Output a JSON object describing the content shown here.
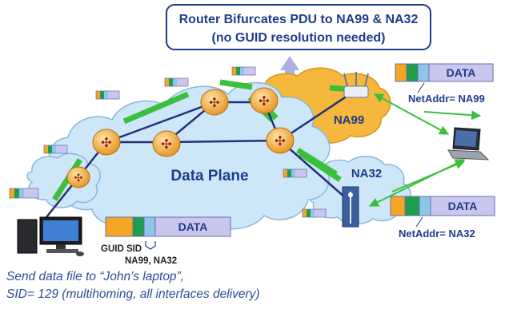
{
  "callout": {
    "line1": "Router Bifurcates  PDU to NA99 & NA32",
    "line2": "(no GUID resolution needed)"
  },
  "cloud_labels": {
    "data_plane": "Data Plane",
    "na99": "NA99",
    "na32": "NA32"
  },
  "packets": {
    "data_label": "DATA",
    "na99_addr": "NetAddr= NA99",
    "na32_addr": "NetAddr= NA32",
    "source_guid_sid": "GUID SID",
    "source_targets": "NA99, NA32"
  },
  "caption": {
    "line1": "Send data file to “John’s laptop”,",
    "line2": " SID= 129 (multihoming, all interfaces delivery)"
  },
  "colors": {
    "cloud_fill": "#cde7f8",
    "cloud_stroke": "#8ab6d8",
    "na_cloud_fill": "#f5b83c",
    "router_fill": "#f0a020",
    "link_color": "#22307a",
    "green_link": "#3cbf3c",
    "packet_orange": "#f5a623",
    "packet_green": "#1e9e4a",
    "packet_blue": "#8ec6ea",
    "packet_lavender": "#c9c7ee",
    "text_blue": "#1f3b8a"
  }
}
